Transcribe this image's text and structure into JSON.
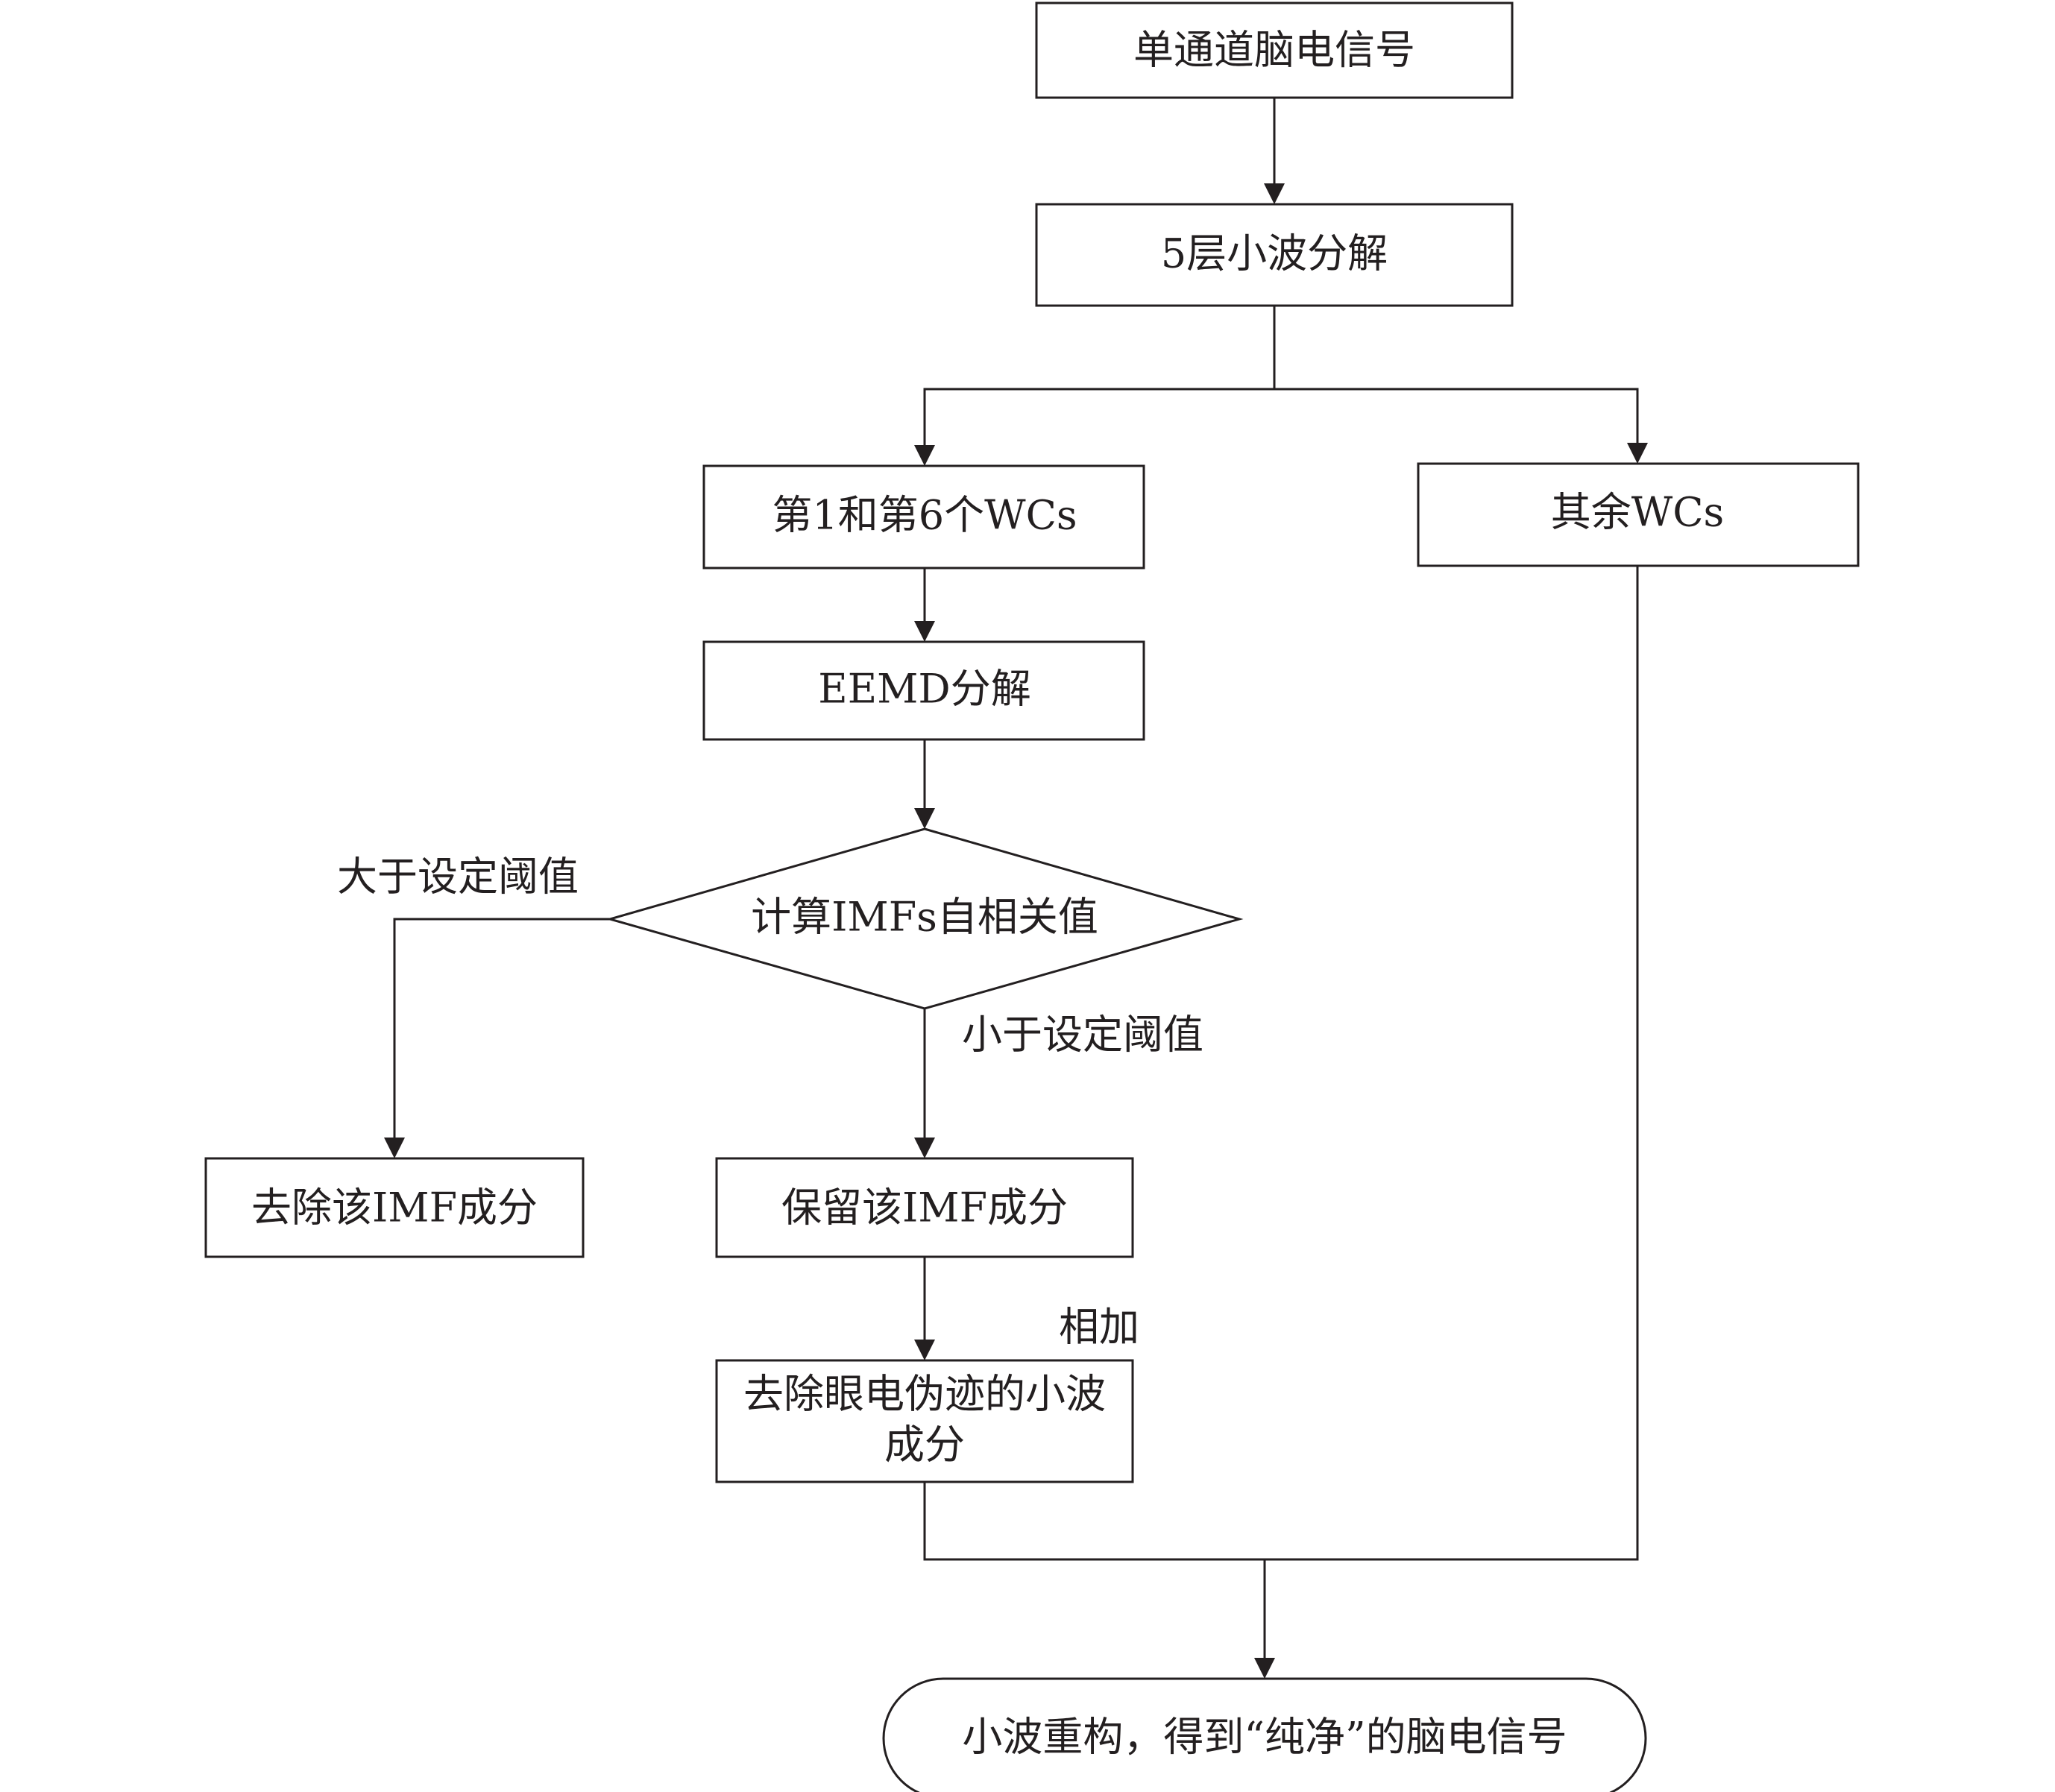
{
  "nodes": {
    "input": "单通道脑电信号",
    "wavelet_decomp": "5层小波分解",
    "wcs_1_6": "第1和第6个WCs",
    "wcs_rest": "其余WCs",
    "eemd": "EEMD分解",
    "autocorr": "计算IMFs自相关值",
    "remove_imf": "去除该IMF成分",
    "keep_imf": "保留该IMF成分",
    "clean_wavelet_line1": "去除眼电伪迹的小波",
    "clean_wavelet_line2": "成分",
    "output": "小波重构，得到“纯净”的脑电信号"
  },
  "edges": {
    "greater_than_threshold": "大于设定阈值",
    "less_than_threshold": "小于设定阈值",
    "add": "相加"
  }
}
